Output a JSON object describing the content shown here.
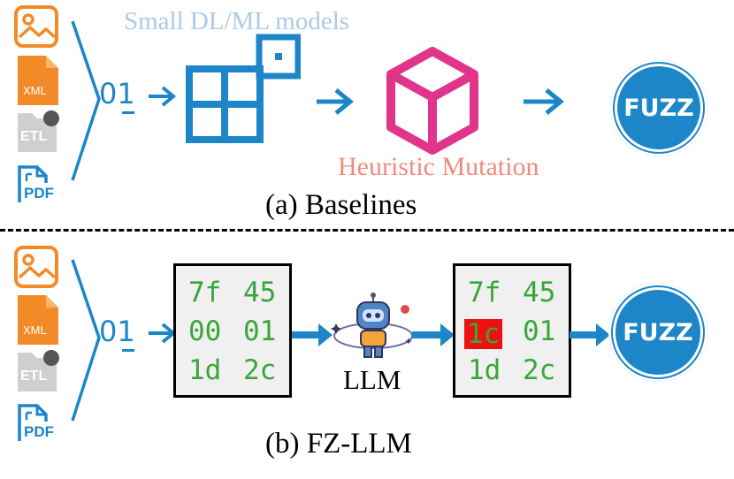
{
  "colors": {
    "blue": "#1d86c9",
    "orange": "#f28b27",
    "gray": "#bdbdbd",
    "pink": "#e0358a",
    "salmon": "#f08a7e",
    "light_blue_text": "#a9cbe8",
    "hex_green": "#3aa63a",
    "highlight_red": "#ee1111"
  },
  "baselines": {
    "file_labels": {
      "xml": "XML",
      "etl": "ETL",
      "pdf": "PDF"
    },
    "binary_label": "01",
    "models_label": "Small DL/ML models",
    "mutation_label": "Heuristic Mutation",
    "fuzz_label": "FUZZ",
    "caption": "(a) Baselines"
  },
  "fzllm": {
    "file_labels": {
      "xml": "XML",
      "etl": "ETL",
      "pdf": "PDF"
    },
    "binary_label": "01",
    "hex_input": [
      [
        "7f",
        "45"
      ],
      [
        "00",
        "01"
      ],
      [
        "1d",
        "2c"
      ]
    ],
    "llm_label": "LLM",
    "hex_output": [
      [
        "7f",
        "45"
      ],
      [
        "1c",
        "01"
      ],
      [
        "1d",
        "2c"
      ]
    ],
    "highlighted_cell": "1c",
    "fuzz_label": "FUZZ",
    "caption": "(b) FZ-LLM"
  }
}
